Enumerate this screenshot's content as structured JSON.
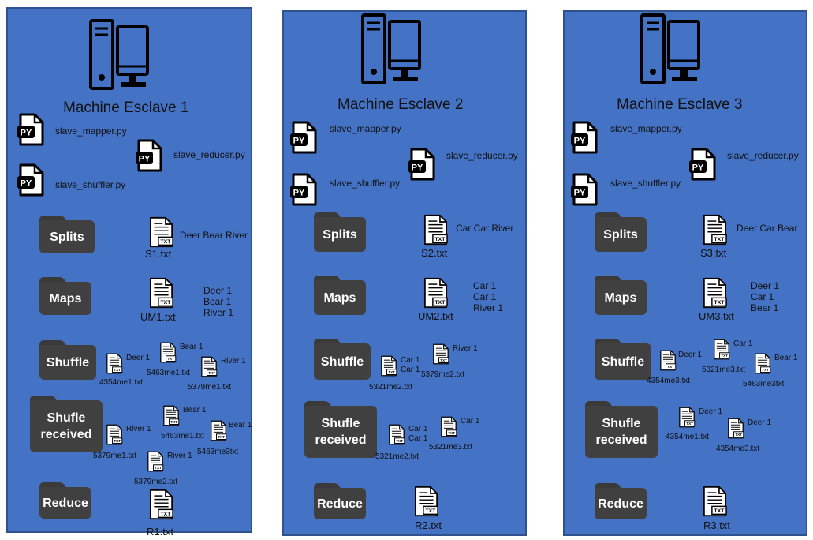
{
  "machines": [
    {
      "title": "Machine Esclave 1",
      "scripts": {
        "mapper": "slave_mapper.py",
        "reducer": "slave_reducer.py",
        "shuffler": "slave_shuffler.py"
      },
      "folders": {
        "splits": "Splits",
        "maps": "Maps",
        "shuffle": "Shuffle",
        "shuffle_received": "Shufle received",
        "reduce": "Reduce"
      },
      "split_file": {
        "name": "S1.txt",
        "content": "Deer Bear River"
      },
      "map_file": {
        "name": "UM1.txt",
        "lines": [
          "Deer 1",
          "Bear 1",
          "River 1"
        ]
      },
      "shuffle_files": [
        {
          "name": "4354me1.txt",
          "lines": [
            "Deer 1"
          ]
        },
        {
          "name": "5463me1.txt",
          "lines": [
            "Bear 1"
          ]
        },
        {
          "name": "5379me1.txt",
          "lines": [
            "River 1"
          ]
        }
      ],
      "received_files": [
        {
          "name": "5379me1.txt",
          "lines": [
            "River 1"
          ]
        },
        {
          "name": "5463me1.txt",
          "lines": [
            "Bear 1"
          ]
        },
        {
          "name": "5463me3txt",
          "lines": [
            "Bear 1"
          ]
        },
        {
          "name": "5379me2.txt",
          "lines": [
            "River 1"
          ]
        }
      ],
      "reduce_file": {
        "name": "R1.txt"
      }
    },
    {
      "title": "Machine Esclave 2",
      "scripts": {
        "mapper": "slave_mapper.py",
        "reducer": "slave_reducer.py",
        "shuffler": "slave_shuffler.py"
      },
      "folders": {
        "splits": "Splits",
        "maps": "Maps",
        "shuffle": "Shuffle",
        "shuffle_received": "Shufle received",
        "reduce": "Reduce"
      },
      "split_file": {
        "name": "S2.txt",
        "content": "Car Car River"
      },
      "map_file": {
        "name": "UM2.txt",
        "lines": [
          "Car 1",
          "Car 1",
          "River 1"
        ]
      },
      "shuffle_files": [
        {
          "name": "5321me2.txt",
          "lines": [
            "Car 1",
            "Car 1"
          ]
        },
        {
          "name": "5379me2.txt",
          "lines": [
            "River 1"
          ]
        }
      ],
      "received_files": [
        {
          "name": "5321me2.txt",
          "lines": [
            "Car 1",
            "Car 1"
          ]
        },
        {
          "name": "5321me3.txt",
          "lines": [
            "Car 1"
          ]
        }
      ],
      "reduce_file": {
        "name": "R2.txt"
      }
    },
    {
      "title": "Machine Esclave 3",
      "scripts": {
        "mapper": "slave_mapper.py",
        "reducer": "slave_reducer.py",
        "shuffler": "slave_shuffler.py"
      },
      "folders": {
        "splits": "Splits",
        "maps": "Maps",
        "shuffle": "Shuffle",
        "shuffle_received": "Shufle received",
        "reduce": "Reduce"
      },
      "split_file": {
        "name": "S3.txt",
        "content": "Deer Car Bear"
      },
      "map_file": {
        "name": "UM3.txt",
        "lines": [
          "Deer 1",
          "Car 1",
          "Bear 1"
        ]
      },
      "shuffle_files": [
        {
          "name": "4354me3.txt",
          "lines": [
            "Deer 1"
          ]
        },
        {
          "name": "5321me3.txt",
          "lines": [
            "Car 1"
          ]
        },
        {
          "name": "5463me3txt",
          "lines": [
            "Bear 1"
          ]
        }
      ],
      "received_files": [
        {
          "name": "4354me1.txt",
          "lines": [
            "Deer 1"
          ]
        },
        {
          "name": "4354me3.txt",
          "lines": [
            "Deer 1"
          ]
        }
      ],
      "reduce_file": {
        "name": "R3.txt"
      }
    }
  ],
  "icons": {
    "computer": "computer-icon",
    "python_file": "python-file-icon",
    "text_file": "text-file-icon",
    "folder": "folder-icon"
  },
  "colors": {
    "panel": "#4472c4",
    "panel_border": "#2f528f",
    "folder": "#404040",
    "folder_text": "#ffffff"
  }
}
